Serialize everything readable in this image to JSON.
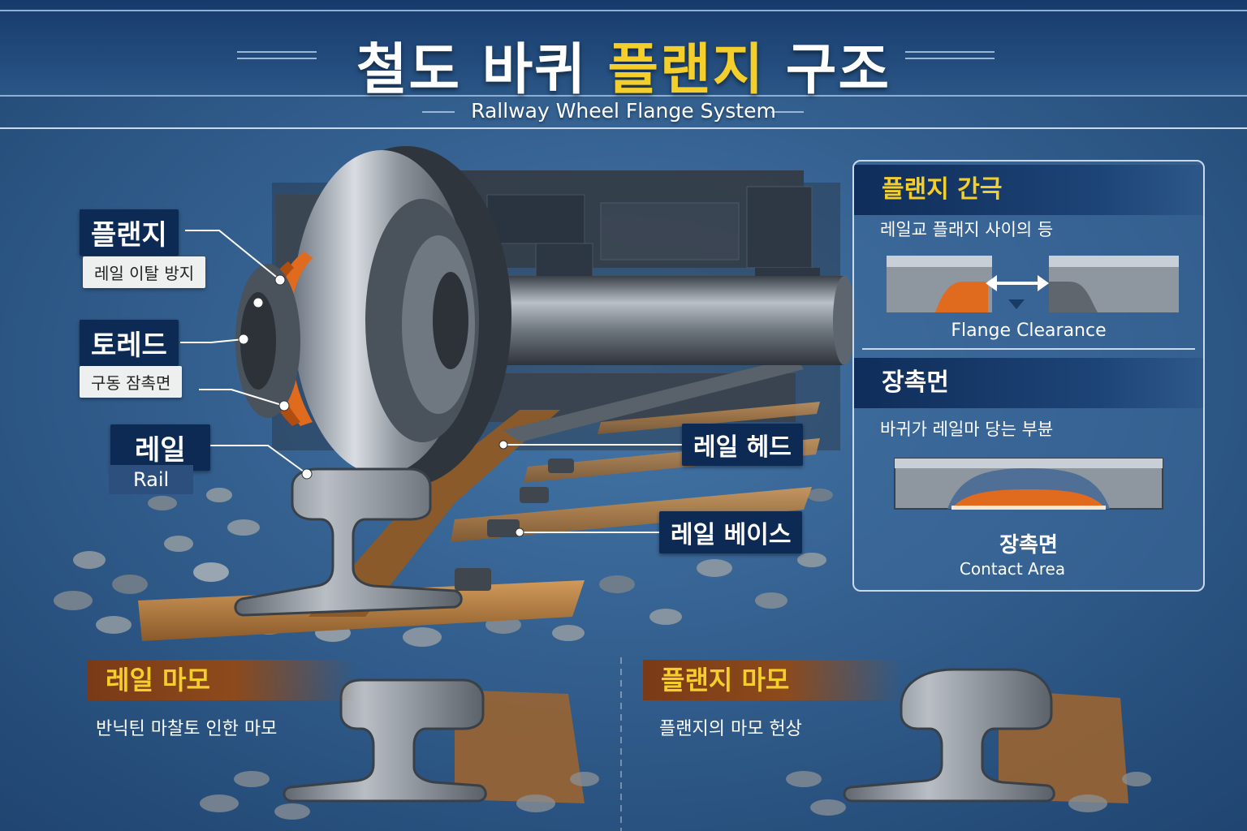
{
  "header": {
    "title_part1": "철도 바퀴 ",
    "title_highlight": "플랜지",
    "title_part2": " 구조",
    "subtitle": "Rallway Wheel Flange System"
  },
  "diagram_labels": {
    "flange": {
      "main": "플랜지",
      "sub": "레일 이탈 방지"
    },
    "tread": {
      "main": "토레드",
      "sub": "구동 잠촉면"
    },
    "rail": {
      "main": "레일",
      "sub": "Rail"
    },
    "rail_head": "레일 헤드",
    "rail_base": "레일 베이스"
  },
  "panel": {
    "clearance": {
      "title": "플랜지 간극",
      "description": "레일교 플래지 사이의 등",
      "caption": "Flange Clearance"
    },
    "contact": {
      "title": "장촉먼",
      "description": "바귀가 레일마 당는 부뷴",
      "caption_ko": "장촉면",
      "caption_en": "Contact Area"
    }
  },
  "wear": {
    "rail": {
      "title": "레일 마모",
      "description": "반닉틴 마찰토 인한 마모"
    },
    "flange": {
      "title": "플랜지 마모",
      "description": "플랜지의 마모 헌상"
    }
  },
  "colors": {
    "background": "#2b5583",
    "label_bg": "#0d2a55",
    "highlight_yellow": "#f4cf2c",
    "flange_orange": "#e06a1e",
    "wear_header": "#8d4a1c"
  }
}
